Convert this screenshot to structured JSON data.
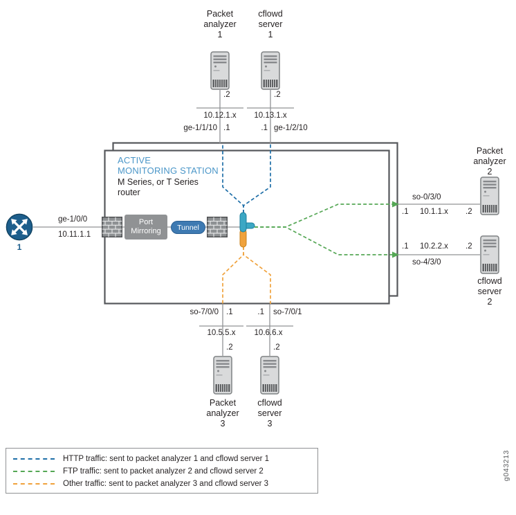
{
  "figure_id": "g043213",
  "colors": {
    "http": "#1f6fa8",
    "ftp": "#55a755",
    "other": "#f0a23c",
    "heading_blue": "#4a96c8",
    "router_blue": "#1d5e8c",
    "tunnel_blue": "#3e7ab2"
  },
  "station": {
    "title_l1": "ACTIVE",
    "title_l2": "MONITORING STATION",
    "subtitle_l1": "M Series, or T Series",
    "subtitle_l2": "router",
    "port_mirroring": "Port Mirroring",
    "tunnel": "Tunnel"
  },
  "source": {
    "router_label": "1",
    "interface": "ge-1/0/0",
    "address": "10.11.1.1"
  },
  "devices": {
    "pa1": {
      "l1": "Packet",
      "l2": "analyzer",
      "l3": "1",
      "addr": ".2"
    },
    "cs1": {
      "l1": "cflowd",
      "l2": "server",
      "l3": "1",
      "addr": ".2"
    },
    "pa2": {
      "l1": "Packet",
      "l2": "analyzer",
      "l3": "2"
    },
    "cs2": {
      "l1": "cflowd",
      "l2": "server",
      "l3": "2"
    },
    "pa3": {
      "l1": "Packet",
      "l2": "analyzer",
      "l3": "3",
      "addr": ".2"
    },
    "cs3": {
      "l1": "cflowd",
      "l2": "server",
      "l3": "3",
      "addr": ".2"
    }
  },
  "links": {
    "top1": {
      "interface": "ge-1/1/10",
      "router_addr": ".1",
      "subnet": "10.12.1.x"
    },
    "top2": {
      "interface": "ge-1/2/10",
      "router_addr": ".1",
      "subnet": "10.13.1.x"
    },
    "right1": {
      "interface": "so-0/3/0",
      "router_addr": ".1",
      "subnet": "10.1.1.x",
      "device_addr": ".2"
    },
    "right2": {
      "interface": "so-4/3/0",
      "router_addr": ".1",
      "subnet": "10.2.2.x",
      "device_addr": ".2"
    },
    "bottom1": {
      "interface": "so-7/0/0",
      "router_addr": ".1",
      "subnet": "10.5.5.x"
    },
    "bottom2": {
      "interface": "so-7/0/1",
      "router_addr": ".1",
      "subnet": "10.6.6.x"
    }
  },
  "legend": {
    "items": [
      {
        "label": "HTTP traffic: sent to packet analyzer 1 and cflowd server 1",
        "color": "#1f6fa8"
      },
      {
        "label": "FTP traffic: sent to packet analyzer 2 and cflowd server 2",
        "color": "#55a755"
      },
      {
        "label": "Other traffic: sent to packet analyzer 3 and cflowd server 3",
        "color": "#f0a23c"
      }
    ]
  }
}
